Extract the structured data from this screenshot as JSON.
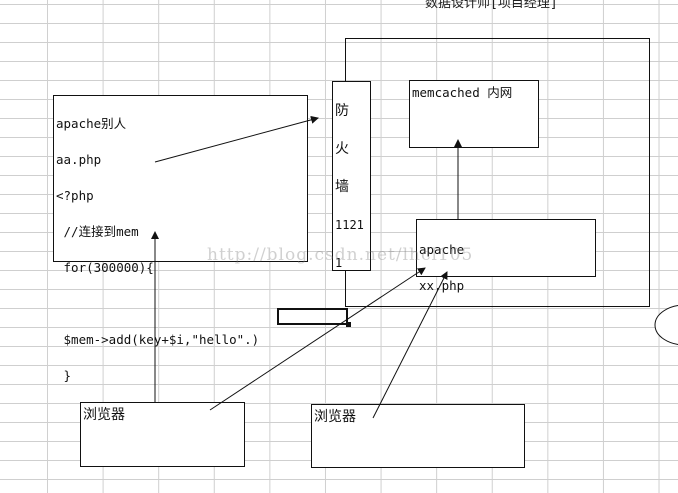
{
  "title": "数据设计师[项目经理]",
  "watermark": "http://blog.csdn.net/lhcl105",
  "apache_left": {
    "lines": [
      "apache别人",
      "aa.php",
      "<?php",
      " //连接到mem",
      " for(300000){",
      "",
      " $mem->add(key+$i,\"hello\".)",
      " }"
    ]
  },
  "firewall": {
    "lines": [
      "防",
      "火",
      "墙",
      "1121",
      "1"
    ]
  },
  "memcached": "memcached 内网",
  "apache_right": {
    "lines": [
      "apache",
      "xx.php"
    ]
  },
  "browser1": "浏览器",
  "browser2": "浏览器"
}
